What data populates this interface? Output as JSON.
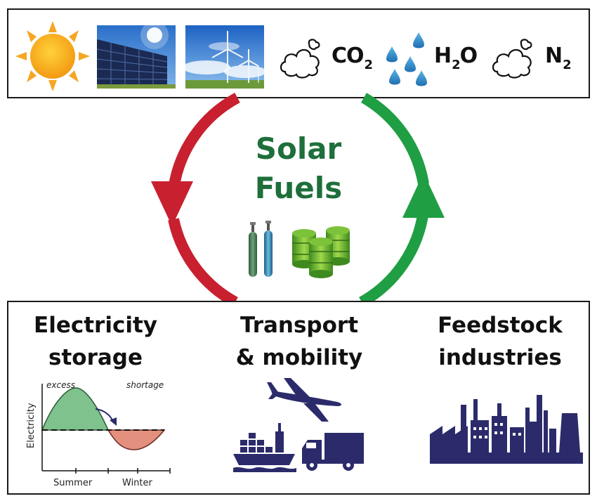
{
  "top_panel": {
    "icons": [
      "sun-icon",
      "solar-panel-image",
      "wind-turbine-image",
      "cloud-icon",
      "water-drops-icon",
      "cloud-icon"
    ],
    "molecules": [
      {
        "main": "CO",
        "sub": "2",
        "tail": ""
      },
      {
        "main": "H",
        "sub": "2",
        "tail": "O"
      },
      {
        "main": "N",
        "sub": "2",
        "tail": ""
      }
    ]
  },
  "center": {
    "title_line1": "Solar",
    "title_line2": "Fuels",
    "icons": [
      "gas-cylinders-icon",
      "fuel-barrels-icon"
    ],
    "arrow_colors": {
      "left": "#c8202f",
      "right": "#1f9e43"
    },
    "title_color": "#1e6f3a"
  },
  "categories": [
    {
      "line1": "Electricity",
      "line2": "storage"
    },
    {
      "line1": "Transport",
      "line2": "& mobility"
    },
    {
      "line1": "Feedstock",
      "line2": "industries"
    }
  ],
  "storage_chart": {
    "ylabel": "Electricity",
    "excess_label": "excess",
    "shortage_label": "shortage",
    "x_labels": [
      "Summer",
      "Winter"
    ],
    "colors": {
      "excess": "#7fc28e",
      "shortage": "#e3907f"
    }
  },
  "icon_color": "#2b2b6b"
}
